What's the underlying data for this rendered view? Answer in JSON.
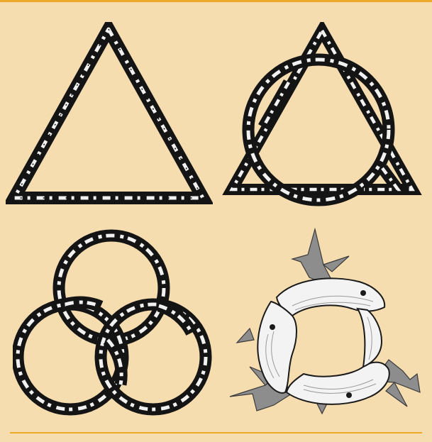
{
  "panel": {
    "background": "#f6ddb0",
    "accent": "#eca92a"
  },
  "symbols": [
    {
      "name": "triangle",
      "icon": "triangle-icon"
    },
    {
      "name": "triangle-in-circle",
      "icon": "triangle-circle-icon"
    },
    {
      "name": "three-interlocking-rings",
      "icon": "borromean-rings-icon"
    },
    {
      "name": "three-fish",
      "icon": "three-fish-icon"
    }
  ],
  "ink": {
    "dark": "#141414",
    "highlight": "#f1f1f1",
    "fish_body": "#f3f3f3",
    "fish_fin": "#8d8d8d"
  }
}
